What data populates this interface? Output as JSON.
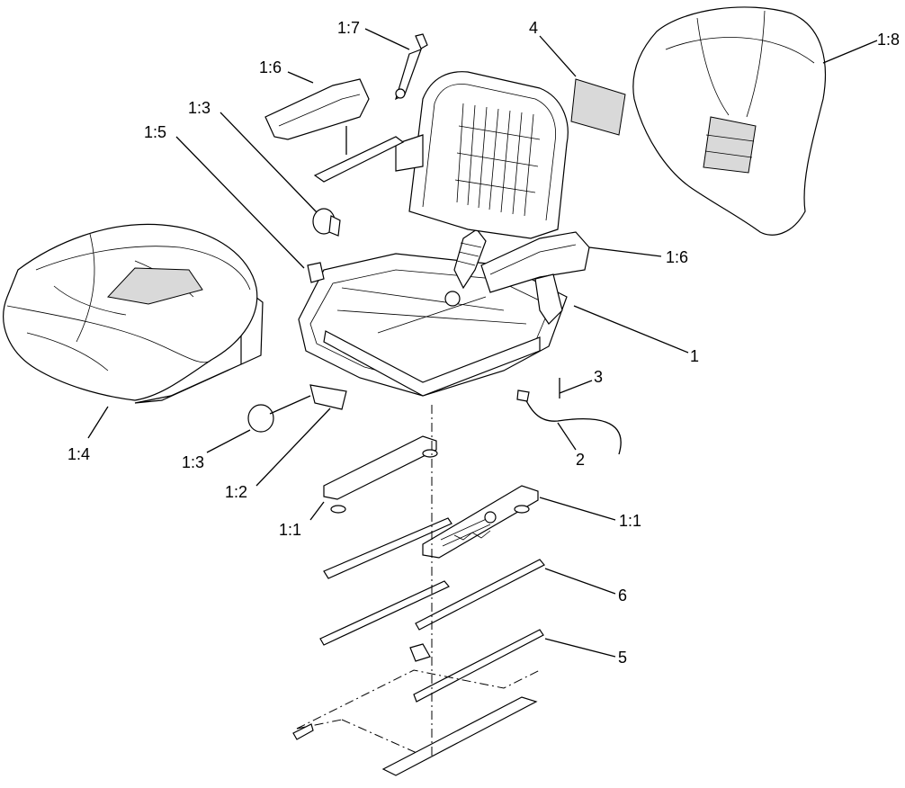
{
  "callouts": {
    "c_1_7": "1:7",
    "c_4": "4",
    "c_1_8": "1:8",
    "c_1_6_top": "1:6",
    "c_1_3_top": "1:3",
    "c_1_5": "1:5",
    "c_1_6_right": "1:6",
    "c_1": "1",
    "c_3": "3",
    "c_2": "2",
    "c_1_4": "1:4",
    "c_1_3_bottom": "1:3",
    "c_1_2": "1:2",
    "c_1_1_left": "1:1",
    "c_1_1_right": "1:1",
    "c_6": "6",
    "c_5": "5"
  }
}
